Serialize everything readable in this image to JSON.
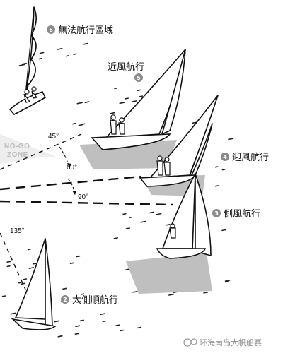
{
  "labels": {
    "no_go_area": {
      "num": "6",
      "text": "無法航行區域"
    },
    "close_hauled": {
      "num": "5",
      "text": "近風航行"
    },
    "close_reach": {
      "num": "4",
      "text": "迎風航行"
    },
    "beam_reach": {
      "num": "3",
      "text": "側風航行"
    },
    "broad_reach": {
      "num": "2",
      "text": "大側順航行"
    }
  },
  "no_go_zone": {
    "line1": "NO-GO",
    "line2": "ZONE"
  },
  "angles": {
    "a45": "45°",
    "a60": "60°",
    "a90": "90°",
    "a135": "135°"
  },
  "watermark": "环海南岛大帆船赛",
  "colors": {
    "badge": "#8a8a8a",
    "shadow": "#bfbfbf",
    "ink": "#111111",
    "watermark": "#8c8c8c"
  }
}
